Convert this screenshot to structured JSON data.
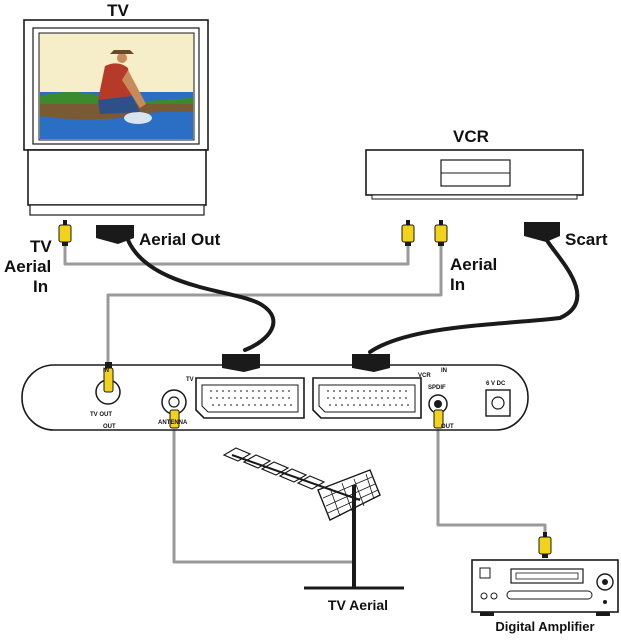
{
  "labels": {
    "tv": "TV",
    "vcr": "VCR",
    "tv_aerial_in_1": "TV",
    "tv_aerial_in_2": "Aerial",
    "tv_aerial_in_3": "In",
    "aerial_out": "Aerial Out",
    "vcr_aerial_in_1": "Aerial",
    "vcr_aerial_in_2": "In",
    "scart": "Scart",
    "tv_aerial": "TV Aerial",
    "digital_amplifier": "Digital Amplifier"
  },
  "box_labels": {
    "tv_out": "TV OUT",
    "antenna": "ANTENNA",
    "tv_scart": "TV",
    "vcr_scart": "VCR",
    "spdif": "SPDIF",
    "power": "6 V DC",
    "mark_in": "IN",
    "mark_out": "OUT"
  },
  "colors": {
    "rca_yellow": "#f2d21a",
    "cable_grey": "#9a9a9a",
    "scart_black": "#1a1a1a",
    "sky": "#2a6fc4",
    "screen_bg": "#f6eec8"
  },
  "icons": [
    "tv-icon",
    "vcr-icon",
    "set-top-box-icon",
    "antenna-icon",
    "amplifier-icon",
    "rca-plug-icon",
    "scart-plug-icon"
  ]
}
